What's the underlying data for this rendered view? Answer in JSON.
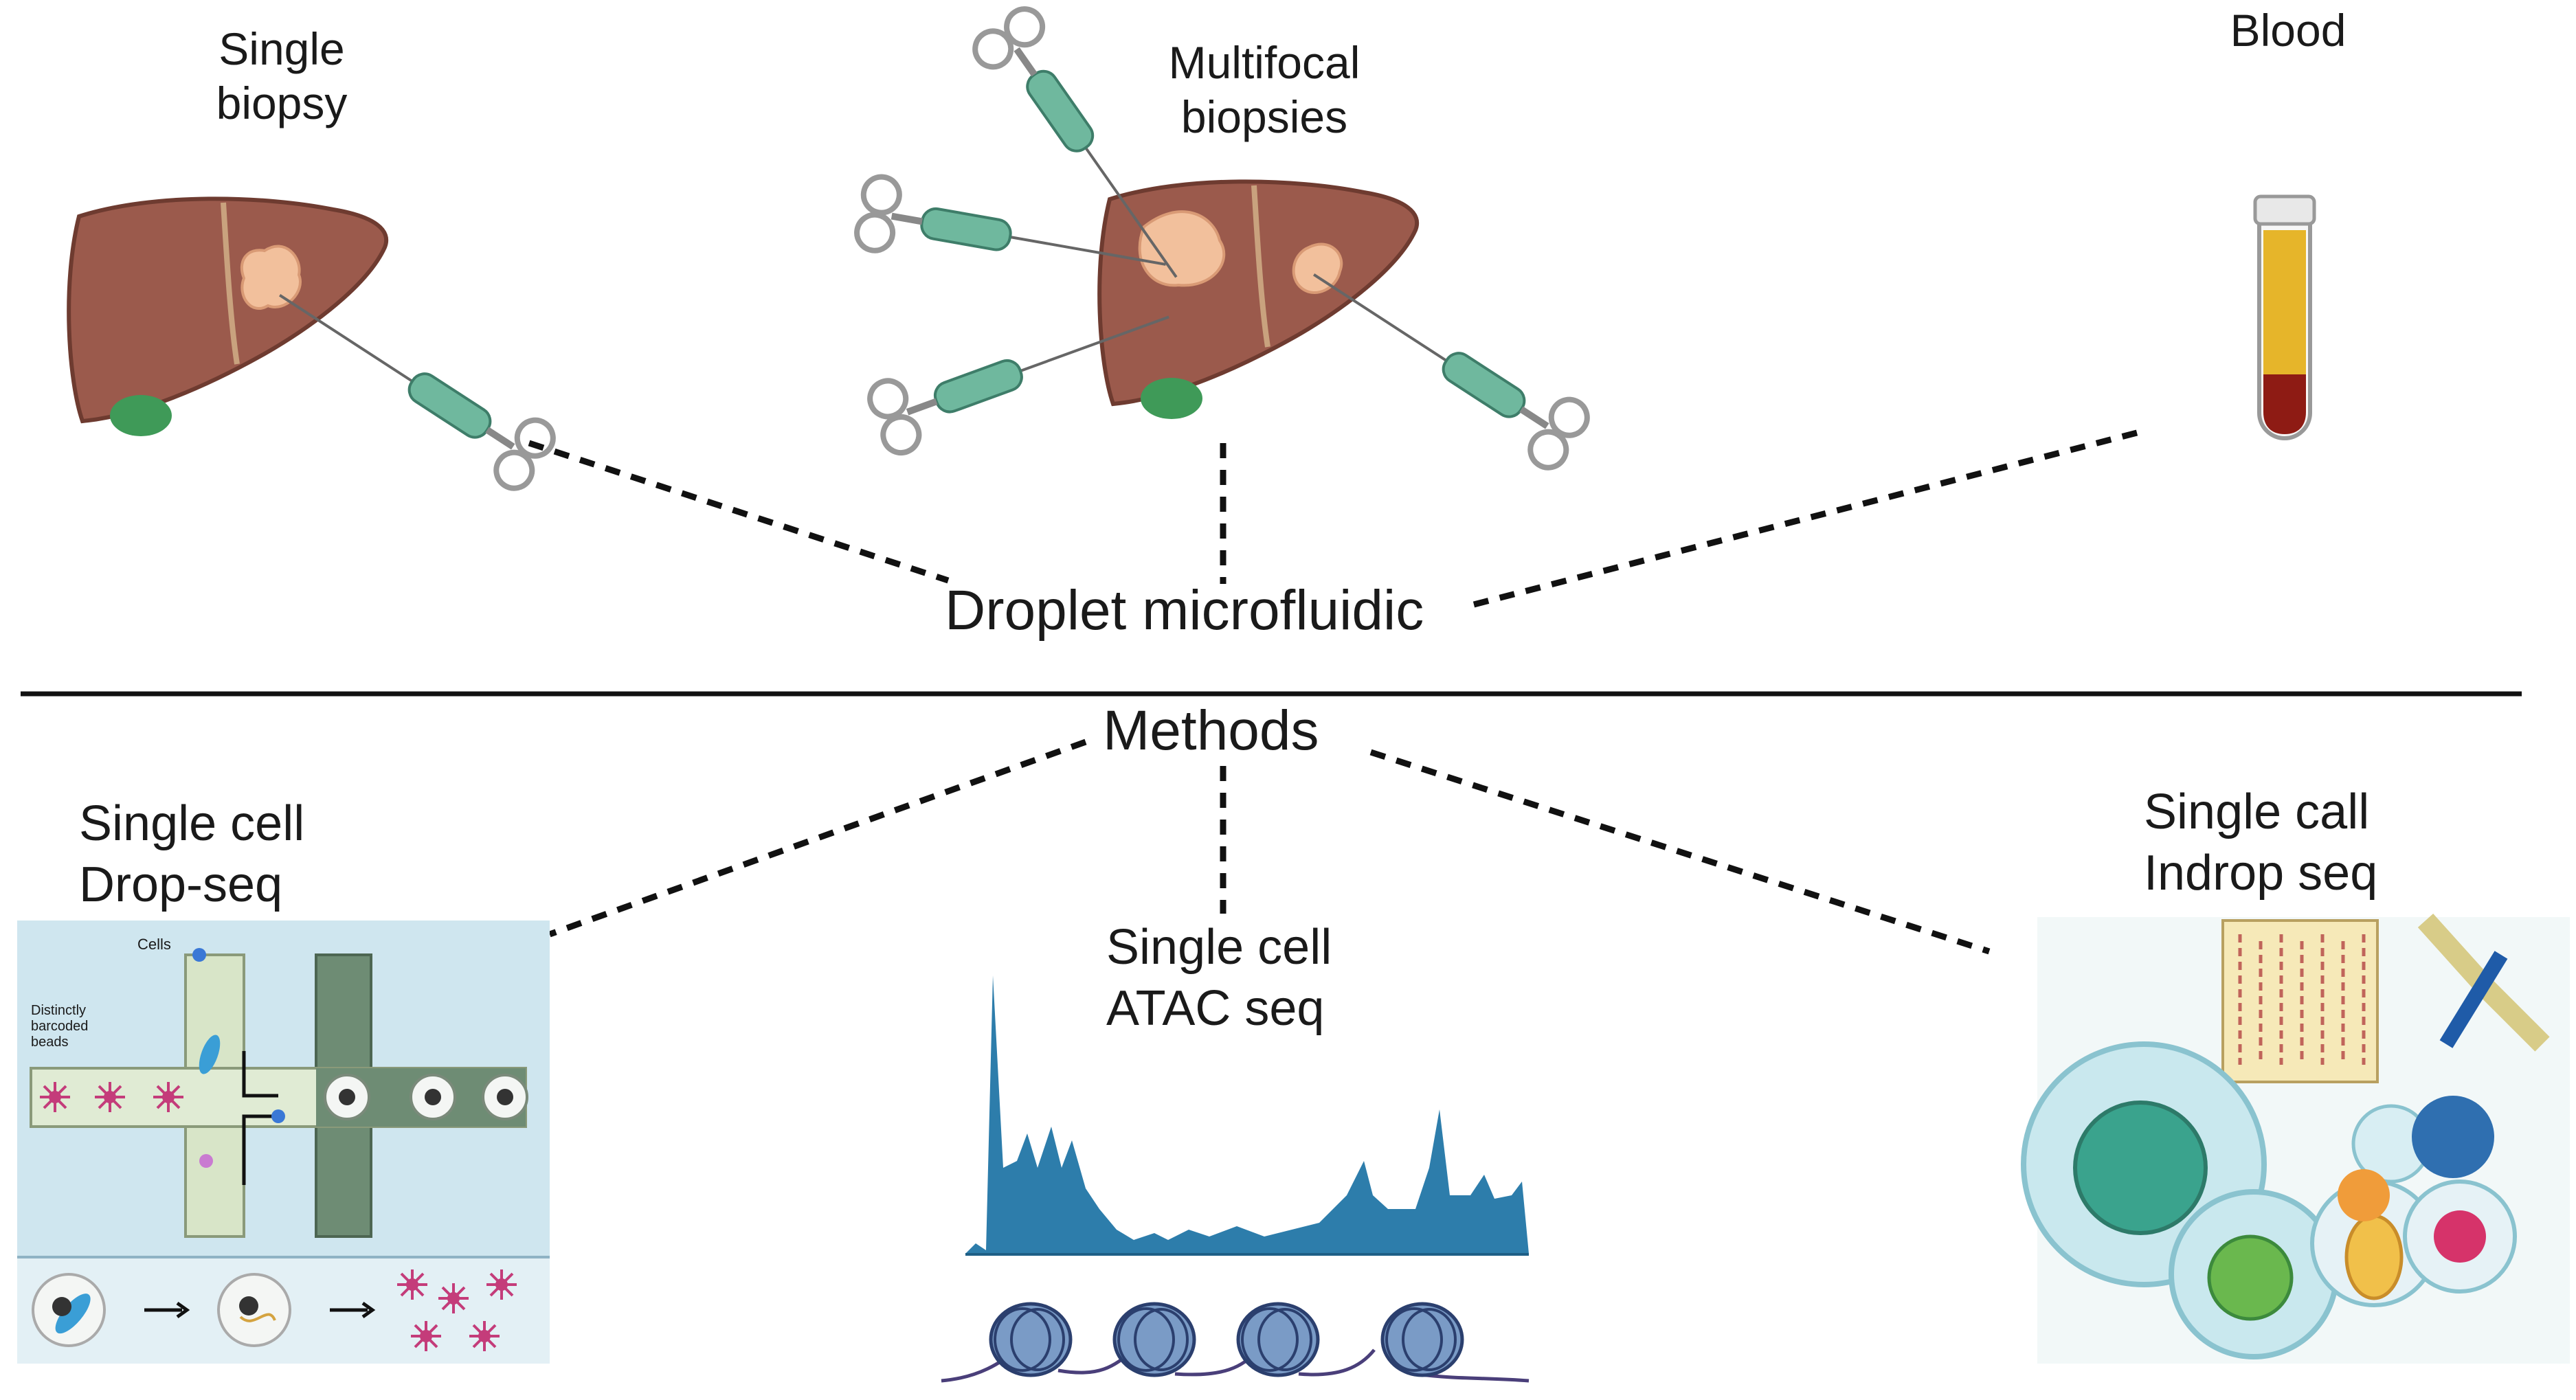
{
  "sources": {
    "single_biopsy": {
      "line1": "Single",
      "line2": "biopsy"
    },
    "multifocal_biopsies": {
      "line1": "Multifocal",
      "line2": "biopsies"
    },
    "blood": {
      "label": "Blood"
    }
  },
  "droplet_label": "Droplet microfluidic",
  "methods_label": "Methods",
  "methods": {
    "drop_seq": {
      "line1": "Single cell",
      "line2": "Drop-seq",
      "device_labels": {
        "cells": "Cells",
        "beads_l1": "Distinctly",
        "beads_l2": "barcoded",
        "beads_l3": "beads"
      }
    },
    "atac_seq": {
      "line1": "Single cell",
      "line2": "ATAC seq"
    },
    "indrop_seq": {
      "line1": "Single call",
      "line2": "Indrop seq"
    }
  },
  "colors": {
    "liver": "#9b5a4c",
    "liver_outline": "#6e3b30",
    "tumor": "#f2c09c",
    "gallbladder": "#3f9a58",
    "syringe": "#6fb89e",
    "tube_serum": "#e6b52a",
    "tube_blood": "#8e1b14",
    "atac_peaks": "#2d7dab",
    "dropseq_bg": "#cfe6ef",
    "indrop_bg": "#dcefee"
  }
}
